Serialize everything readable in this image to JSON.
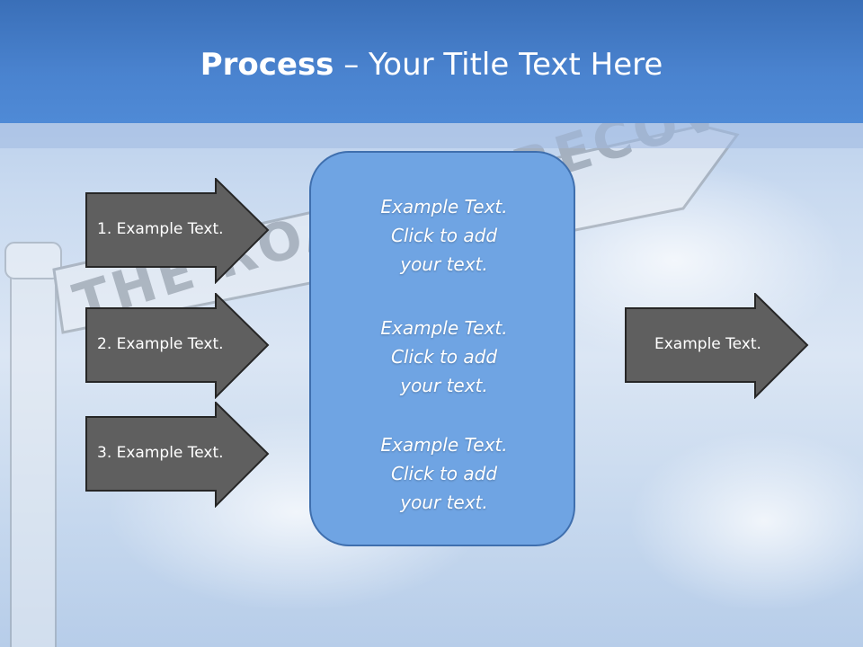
{
  "title": {
    "bold": "Process",
    "rest": " – Your Title Text Here"
  },
  "background_sign": {
    "text": "THE ROAD TO RECOVERY"
  },
  "left_arrows": [
    {
      "label": "1. Example Text."
    },
    {
      "label": "2. Example Text."
    },
    {
      "label": "3. Example Text."
    }
  ],
  "center_box": {
    "paragraphs": [
      {
        "lines": [
          "Example Text.",
          "Click  to add",
          "your text."
        ]
      },
      {
        "lines": [
          "Example Text.",
          "Click  to add",
          "your text."
        ]
      },
      {
        "lines": [
          "Example Text.",
          "Click  to add",
          "your text."
        ]
      }
    ]
  },
  "right_arrow": {
    "label": "Example Text."
  },
  "colors": {
    "title_bar": "#4a83cf",
    "arrow_fill": "#5f5f5f",
    "arrow_stroke": "#262626",
    "center_fill": "#6fa4e3",
    "center_stroke": "#3f6fae"
  }
}
